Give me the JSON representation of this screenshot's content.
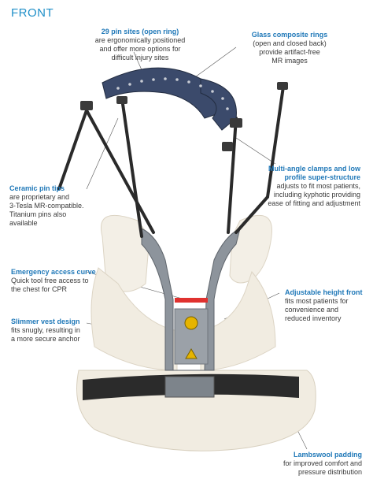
{
  "heading": "FRONT",
  "callouts": [
    {
      "id": "pin-sites",
      "title": "29 pin sites (open ring)",
      "body": "are ergonomically positioned\nand offer more options for\ndifficult injury sites"
    },
    {
      "id": "glass-rings",
      "title": "Glass composite rings",
      "body": "(open and closed back)\nprovide artifact-free\nMR images"
    },
    {
      "id": "clamps",
      "title": "Multi-angle clamps and low\nprofile super-structure",
      "body": "adjusts to fit most patients,\nincluding kyphotic providing\nease of fitting and adjustment"
    },
    {
      "id": "pin-tips",
      "title": "Ceramic pin tips",
      "body": "are proprietary and\n3-Tesla MR-compatible.\nTitanium pins also\navailable"
    },
    {
      "id": "emergency",
      "title": "Emergency access curve",
      "body": "Quick tool free access to\nthe chest for CPR"
    },
    {
      "id": "height",
      "title": "Adjustable height front",
      "body": "fits most patients for\nconvenience and\nreduced inventory"
    },
    {
      "id": "vest",
      "title": "Slimmer vest design",
      "body": "fits snugly, resulting in\na more secure anchor"
    },
    {
      "id": "lambswool",
      "title": "Lambswool padding",
      "body": "for improved comfort and\npressure distribution"
    }
  ],
  "colors": {
    "accent": "#1f8fc8",
    "ring": "#3b4a6b",
    "frame": "#8a9099",
    "strap": "#2b2b2b",
    "wool": "#efe9dc",
    "alert": "#e0322f",
    "warning": "#e6b400"
  }
}
